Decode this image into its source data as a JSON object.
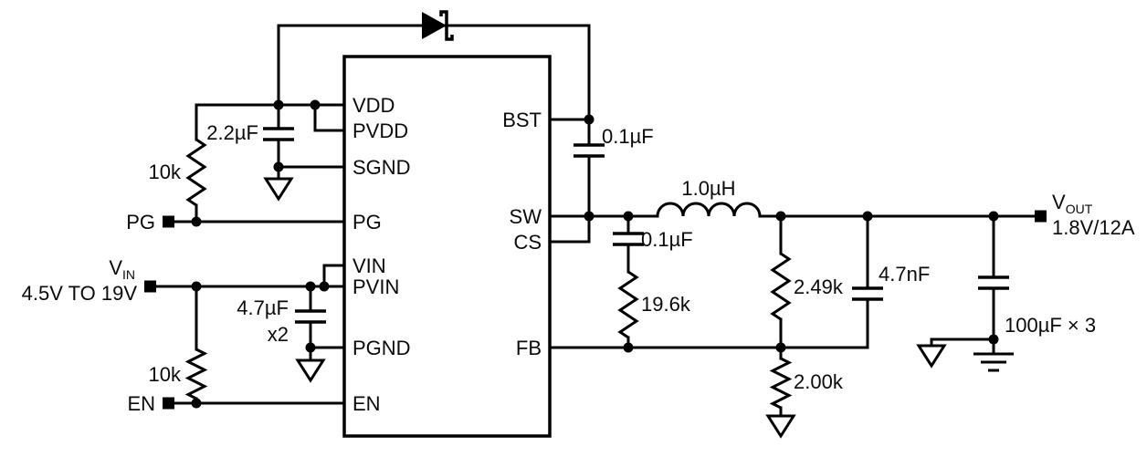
{
  "ic": {
    "left_pins": [
      "VDD",
      "PVDD",
      "SGND",
      "PG",
      "VIN",
      "PVIN",
      "PGND",
      "EN"
    ],
    "right_pins": [
      "BST",
      "SW",
      "CS",
      "FB"
    ]
  },
  "terminals": {
    "pg": "PG",
    "en": "EN",
    "vin_main": "V",
    "vin_sub": "IN",
    "vin_range": "4.5V TO 19V",
    "vout_main": "V",
    "vout_sub": "OUT",
    "vout_rating": "1.8V/12A"
  },
  "components": {
    "r_pg_pullup": "10k",
    "c_vdd": "2.2µF",
    "c_in": "4.7µF",
    "c_in_qty": "x2",
    "r_en_pullup": "10k",
    "c_bst": "0.1µF",
    "l_out": "1.0µH",
    "c_cs": "0.1µF",
    "r_cs": "19.6k",
    "r_fb_top": "2.49k",
    "c_ff": "4.7nF",
    "r_fb_bot": "2.00k",
    "c_out": "100µF × 3"
  },
  "colors": {
    "wire": "#000000",
    "background": "#ffffff"
  }
}
